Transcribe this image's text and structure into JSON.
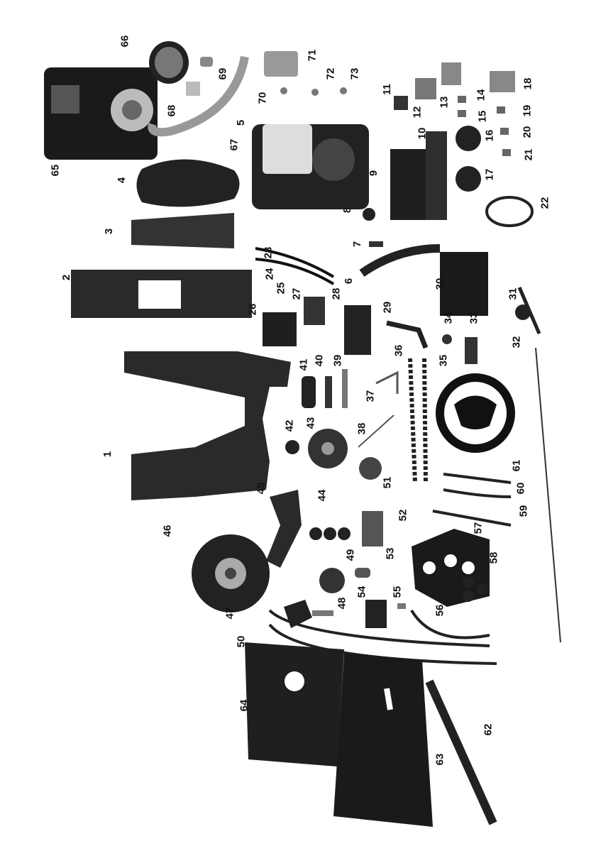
{
  "diagram": {
    "parts": [
      {
        "n": "1"
      },
      {
        "n": "2"
      },
      {
        "n": "3"
      },
      {
        "n": "4"
      },
      {
        "n": "5"
      },
      {
        "n": "6"
      },
      {
        "n": "7"
      },
      {
        "n": "8"
      },
      {
        "n": "9"
      },
      {
        "n": "10"
      },
      {
        "n": "11"
      },
      {
        "n": "12"
      },
      {
        "n": "13"
      },
      {
        "n": "14"
      },
      {
        "n": "15"
      },
      {
        "n": "16"
      },
      {
        "n": "17"
      },
      {
        "n": "18"
      },
      {
        "n": "19"
      },
      {
        "n": "20"
      },
      {
        "n": "21"
      },
      {
        "n": "22"
      },
      {
        "n": "23"
      },
      {
        "n": "24"
      },
      {
        "n": "25"
      },
      {
        "n": "26"
      },
      {
        "n": "27"
      },
      {
        "n": "28"
      },
      {
        "n": "29"
      },
      {
        "n": "30"
      },
      {
        "n": "31"
      },
      {
        "n": "32"
      },
      {
        "n": "33"
      },
      {
        "n": "34"
      },
      {
        "n": "35"
      },
      {
        "n": "36"
      },
      {
        "n": "37"
      },
      {
        "n": "38"
      },
      {
        "n": "39"
      },
      {
        "n": "40"
      },
      {
        "n": "41"
      },
      {
        "n": "42"
      },
      {
        "n": "43"
      },
      {
        "n": "44"
      },
      {
        "n": "45"
      },
      {
        "n": "46"
      },
      {
        "n": "47"
      },
      {
        "n": "48"
      },
      {
        "n": "49"
      },
      {
        "n": "50"
      },
      {
        "n": "51"
      },
      {
        "n": "52"
      },
      {
        "n": "53"
      },
      {
        "n": "54"
      },
      {
        "n": "55"
      },
      {
        "n": "56"
      },
      {
        "n": "57"
      },
      {
        "n": "58"
      },
      {
        "n": "59"
      },
      {
        "n": "60"
      },
      {
        "n": "61"
      },
      {
        "n": "62"
      },
      {
        "n": "63"
      },
      {
        "n": "64"
      },
      {
        "n": "65"
      },
      {
        "n": "66"
      },
      {
        "n": "67"
      },
      {
        "n": "68"
      },
      {
        "n": "69"
      },
      {
        "n": "70"
      },
      {
        "n": "71"
      },
      {
        "n": "72"
      },
      {
        "n": "73"
      }
    ]
  }
}
